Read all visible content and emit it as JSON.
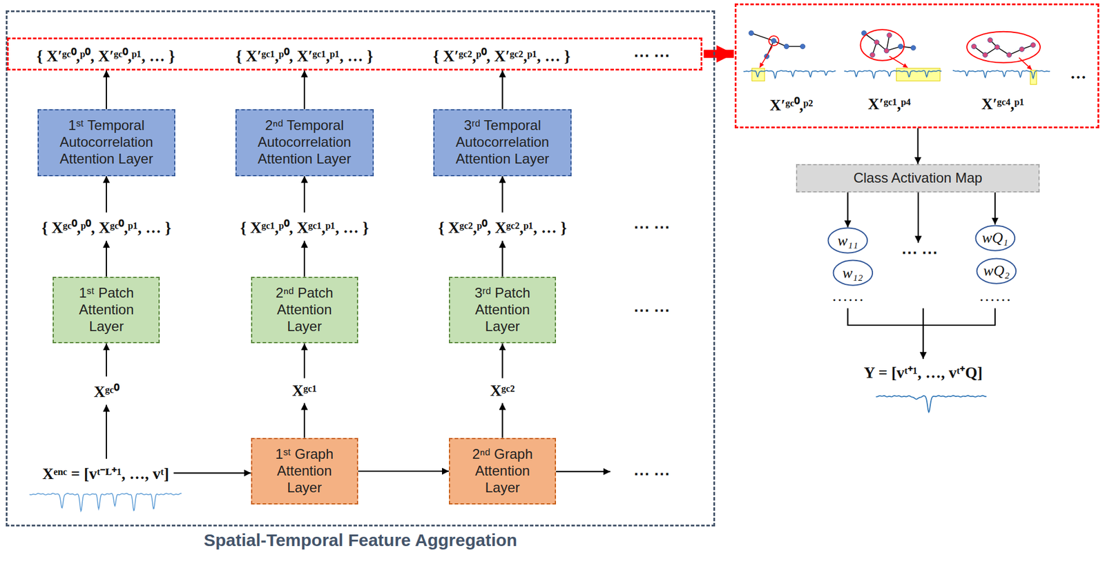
{
  "diagram": {
    "nodes": [
      {
        "text": [
          "Spatial-Temporal Feature Aggregation"
        ]
      },
      {
        "text": [
          "{ X′ᵍᶜ⁰,ᵖ⁰, X′ᵍᶜ⁰,ᵖ¹, … }",
          "{ X′ᵍᶜ¹,ᵖ⁰, X′ᵍᶜ¹,ᵖ¹, … }",
          "{ X′ᵍᶜ²,ᵖ⁰, X′ᵍᶜ²,ᵖ¹, … }",
          "⋯ ⋯"
        ],
        "in": 0
      },
      {
        "text": [
          "1ˢᵗ Temporal Autocorrelation Attention Layer"
        ],
        "in": 0
      },
      {
        "text": [
          "2ⁿᵈ Temporal Autocorrelation Attention Layer"
        ],
        "in": 0
      },
      {
        "text": [
          "3ʳᵈ Temporal Autocorrelation Attention Layer"
        ],
        "in": 0
      },
      {
        "text": [
          "{ Xᵍᶜ⁰,ᵖ⁰, Xᵍᶜ⁰,ᵖ¹, … }"
        ],
        "in": 0
      },
      {
        "text": [
          "{ Xᵍᶜ¹,ᵖ⁰, Xᵍᶜ¹,ᵖ¹, … }"
        ],
        "in": 0
      },
      {
        "text": [
          "{ Xᵍᶜ²,ᵖ⁰, Xᵍᶜ²,ᵖ¹, … }"
        ],
        "in": 0
      },
      {
        "text": [
          "1ˢᵗ Patch Attention Layer"
        ],
        "in": 0
      },
      {
        "text": [
          "2ⁿᵈ Patch Attention Layer"
        ],
        "in": 0
      },
      {
        "text": [
          "3ʳᵈ Patch Attention Layer"
        ],
        "in": 0
      },
      {
        "text": [
          "Xᵍᶜ⁰"
        ],
        "in": 0
      },
      {
        "text": [
          "Xᵍᶜ¹"
        ],
        "in": 0
      },
      {
        "text": [
          "Xᵍᶜ²"
        ],
        "in": 0
      },
      {
        "text": [
          "Xᵉⁿᶜ = [vᵗ⁻ᴸ⁺¹, …, vᵗ]"
        ],
        "in": 0
      },
      {
        "text": [
          "1ˢᵗ Graph Attention Layer"
        ],
        "in": 0
      },
      {
        "text": [
          "2ⁿᵈ Graph Attention Layer"
        ],
        "in": 0
      },
      {
        "text": [
          "X′ᵍᶜ⁰,ᵖ²",
          "X′ᵍᶜ¹,ᵖ⁴",
          "X′ᵍᶜ⁴,ᵖ¹",
          "…"
        ]
      },
      {
        "text": [
          "Class Activation Map"
        ]
      },
      {
        "text": [
          "w₁₁"
        ]
      },
      {
        "text": [
          "w₁₂"
        ]
      },
      {
        "text": [
          "wQ₁"
        ]
      },
      {
        "text": [
          "wQ₂"
        ]
      },
      {
        "text": [
          "Y = [vᵗ⁺¹, …, vᵗ⁺Q]"
        ]
      }
    ],
    "edges": [
      {
        "from": 14,
        "to": 11,
        "arrow": "to"
      },
      {
        "from": 14,
        "to": 15,
        "arrow": "to"
      },
      {
        "from": 15,
        "to": 16,
        "arrow": "to"
      },
      {
        "from": 15,
        "to": 12,
        "arrow": "to"
      },
      {
        "from": 16,
        "to": 13,
        "arrow": "to"
      },
      {
        "from": 11,
        "to": 8,
        "arrow": "to"
      },
      {
        "from": 12,
        "to": 9,
        "arrow": "to"
      },
      {
        "from": 13,
        "to": 10,
        "arrow": "to"
      },
      {
        "from": 8,
        "to": 5,
        "arrow": "to"
      },
      {
        "from": 9,
        "to": 6,
        "arrow": "to"
      },
      {
        "from": 10,
        "to": 7,
        "arrow": "to"
      },
      {
        "from": 5,
        "to": 2,
        "arrow": "to"
      },
      {
        "from": 6,
        "to": 3,
        "arrow": "to"
      },
      {
        "from": 7,
        "to": 4,
        "arrow": "to"
      },
      {
        "from": 2,
        "to": 1,
        "arrow": "to"
      },
      {
        "from": 3,
        "to": 1,
        "arrow": "to"
      },
      {
        "from": 4,
        "to": 1,
        "arrow": "to"
      },
      {
        "from": 1,
        "to": 17,
        "arrow": "to"
      },
      {
        "from": 17,
        "to": 18,
        "arrow": "to"
      },
      {
        "from": 18,
        "to": 19,
        "arrow": "to"
      },
      {
        "from": 18,
        "to": 21,
        "arrow": "to"
      }
    ],
    "labels": [
      "⋯ ⋯",
      "⋯ ⋯",
      "⋯ ⋯",
      "⋯ ⋯",
      "……",
      "……"
    ]
  }
}
